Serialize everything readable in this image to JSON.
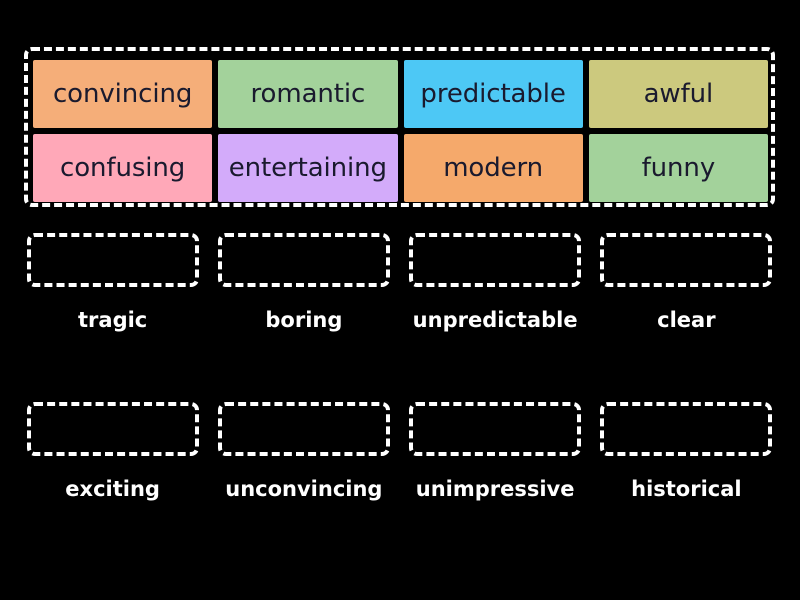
{
  "activity": {
    "type": "match-up-drag-and-drop",
    "background_color": "#000000"
  },
  "word_bank": {
    "tiles": [
      {
        "label": "convincing",
        "color": "#F5AE79",
        "text_color": "#1a1a2e"
      },
      {
        "label": "romantic",
        "color": "#A3D29B",
        "text_color": "#1a1a2e"
      },
      {
        "label": "predictable",
        "color": "#4DC8F5",
        "text_color": "#1a1a2e"
      },
      {
        "label": "awful",
        "color": "#CCC97E",
        "text_color": "#1a1a2e"
      },
      {
        "label": "confusing",
        "color": "#FFA8B8",
        "text_color": "#1a1a2e"
      },
      {
        "label": "entertaining",
        "color": "#D3ABFA",
        "text_color": "#1a1a2e"
      },
      {
        "label": "modern",
        "color": "#F5A96B",
        "text_color": "#1a1a2e"
      },
      {
        "label": "funny",
        "color": "#A3D29B",
        "text_color": "#1a1a2e"
      }
    ]
  },
  "drop_rows": [
    {
      "cells": [
        {
          "label": "tragic",
          "contents": ""
        },
        {
          "label": "boring",
          "contents": ""
        },
        {
          "label": "unpredictable",
          "contents": ""
        },
        {
          "label": "clear",
          "contents": ""
        }
      ]
    },
    {
      "cells": [
        {
          "label": "exciting",
          "contents": ""
        },
        {
          "label": "unconvincing",
          "contents": ""
        },
        {
          "label": "unimpressive",
          "contents": ""
        },
        {
          "label": "historical",
          "contents": ""
        }
      ]
    }
  ],
  "colors": {
    "background": "#000000",
    "dashed_border": "#ffffff",
    "label_text": "#ffffff",
    "tile_text": "#1a1a2e"
  }
}
